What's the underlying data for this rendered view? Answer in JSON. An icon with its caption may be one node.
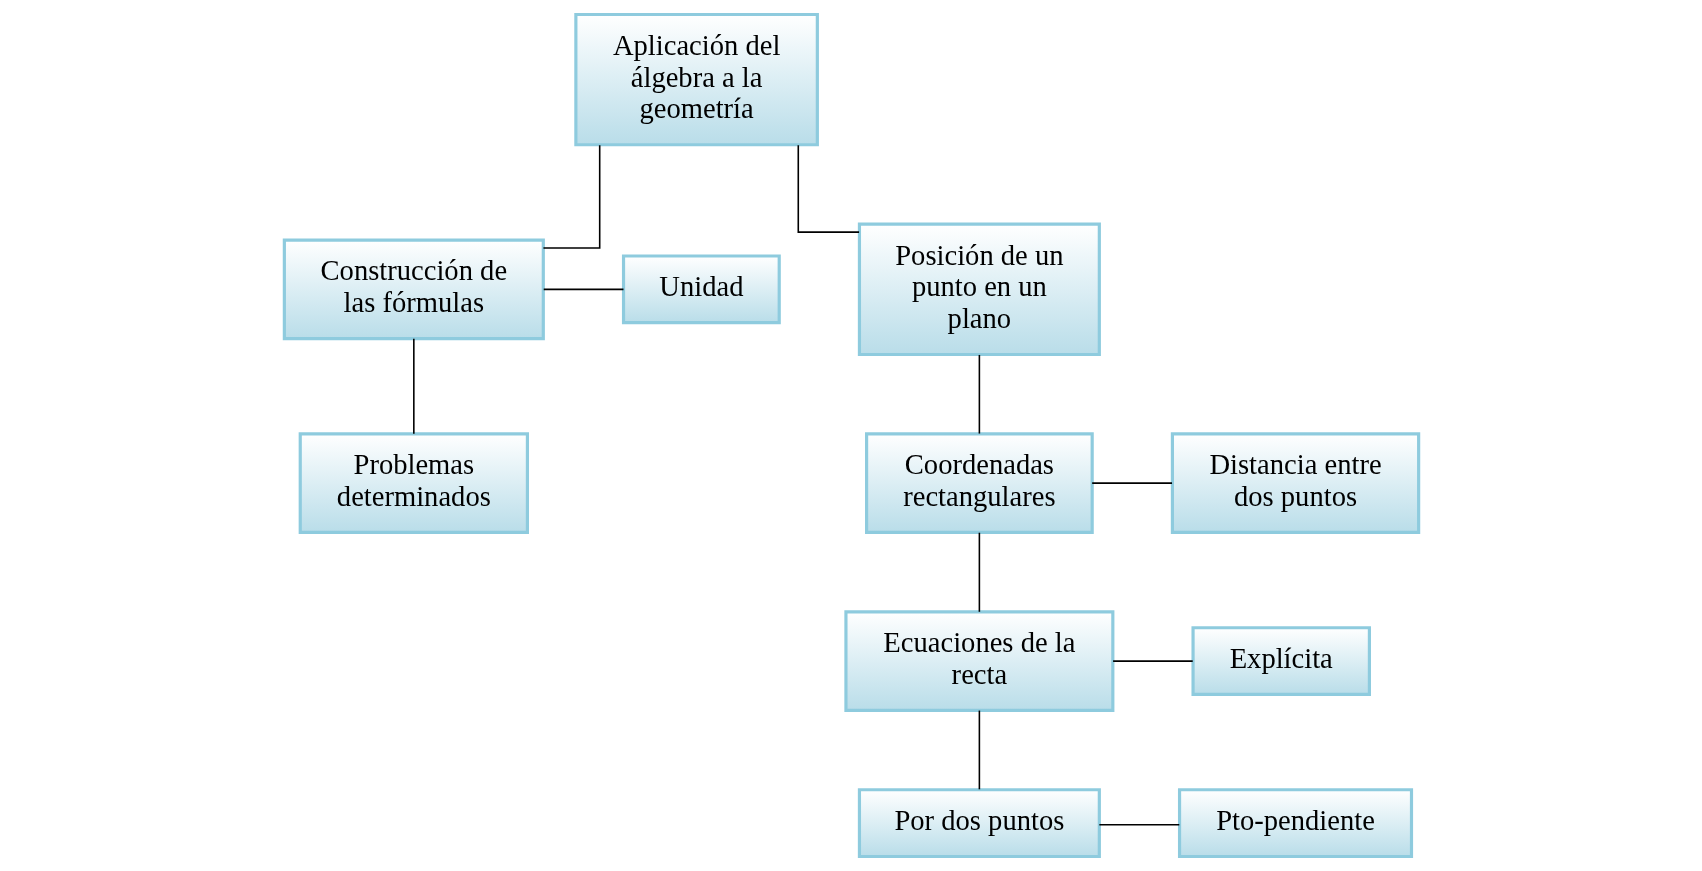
{
  "diagram": {
    "nodes": [
      {
        "text": [
          "Aplicación del álgebra a la geometría"
        ]
      },
      {
        "text": [
          "Unidad"
        ]
      },
      {
        "text": [
          "Construcción de las fórmulas"
        ]
      },
      {
        "text": [
          "Posición de un punto en un plano"
        ]
      },
      {
        "text": [
          "Problemas determinados"
        ]
      },
      {
        "text": [
          "Coordenadas rectangulares"
        ]
      },
      {
        "text": [
          "Distancia entre dos puntos"
        ]
      },
      {
        "text": [
          "Ecuaciones de la recta"
        ]
      },
      {
        "text": [
          "Explícita"
        ]
      },
      {
        "text": [
          "Por dos puntos"
        ]
      },
      {
        "text": [
          "Pto-pendiente"
        ]
      }
    ],
    "edges": [
      {
        "from": 0,
        "to": 2,
        "arrow": "none"
      },
      {
        "from": 0,
        "to": 3,
        "arrow": "none"
      },
      {
        "from": 2,
        "to": 1,
        "arrow": "none"
      },
      {
        "from": 2,
        "to": 4,
        "arrow": "none"
      },
      {
        "from": 3,
        "to": 5,
        "arrow": "none"
      },
      {
        "from": 5,
        "to": 6,
        "arrow": "none"
      },
      {
        "from": 5,
        "to": 7,
        "arrow": "none"
      },
      {
        "from": 7,
        "to": 8,
        "arrow": "none"
      },
      {
        "from": 7,
        "to": 9,
        "arrow": "none"
      },
      {
        "from": 9,
        "to": 10,
        "arrow": "none"
      }
    ]
  }
}
